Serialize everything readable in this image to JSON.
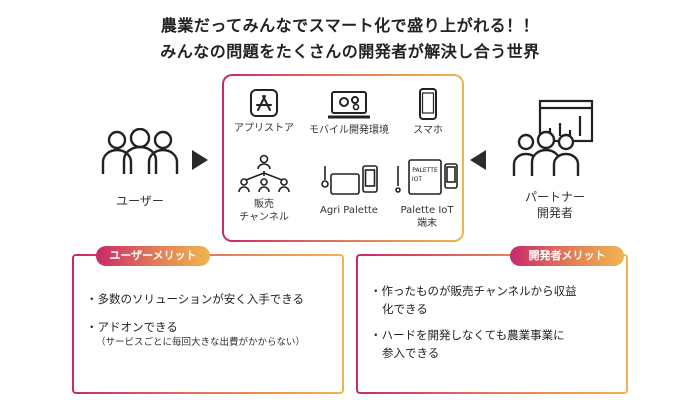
{
  "title_line1": "農業だってみんなでスマート化で盛り上がれる！！",
  "title_line2": "みんなの問題をたくさんの開発者が解決し合う世界",
  "user_label": "ユーザー",
  "partner_label_1": "パートナー",
  "partner_label_2": "開発者",
  "center": {
    "appstore": "アプリストア",
    "mobile_dev": "モバイル開発環境",
    "smartphone": "スマホ",
    "sales_1": "販売",
    "sales_2": "チャンネル",
    "agri_palette": "Agri Palette",
    "palette_iot_1": "Palette IoT",
    "palette_iot_2": "端末",
    "device_text_1": "PALETTE",
    "device_text_2": "IOT"
  },
  "user_merit": {
    "tag": "ユーザーメリット",
    "item1": "・多数のソリューションが安く入手できる",
    "item2": "・アドオンできる",
    "item2_sub": "（サービスごとに毎回大きな出費がかからない）"
  },
  "dev_merit": {
    "tag": "開発者メリット",
    "item1_a": "・作ったものが販売チャンネルから収益",
    "item1_b": "化できる",
    "item2_a": "・ハードを開発しなくても農業事業に",
    "item2_b": "参入できる"
  }
}
